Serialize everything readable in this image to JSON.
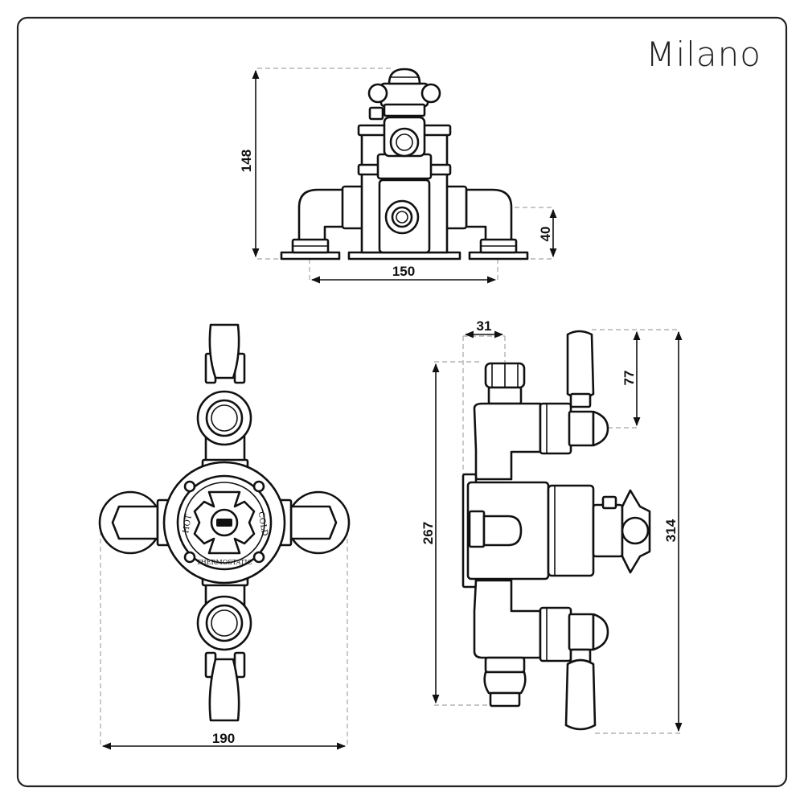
{
  "brand": {
    "name": "Milano"
  },
  "dimensions": {
    "front_height": "148",
    "front_outlet_height": "40",
    "front_width": "150",
    "top_width": "190",
    "side_top_offset": "31",
    "side_handle_height": "77",
    "side_body_height": "267",
    "side_overall_height": "314"
  },
  "dial": {
    "hot_label": "HOT",
    "cold_label": "COLD",
    "thermostatic_label": "THERMOSTATIC"
  },
  "colors": {
    "line": "#111111",
    "dimension_guide": "#b4b4b4",
    "border": "#222222"
  }
}
